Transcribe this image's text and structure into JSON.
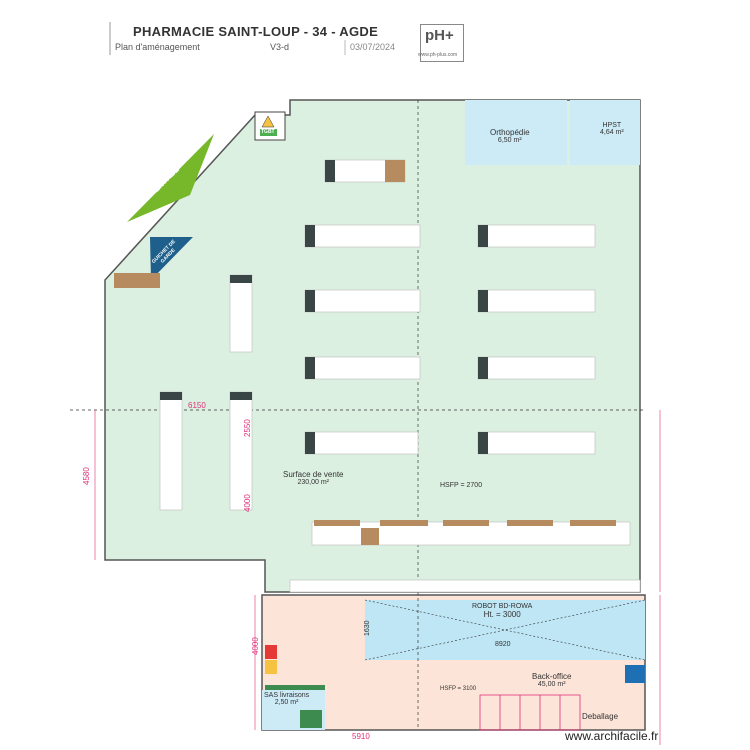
{
  "header": {
    "title": "PHARMACIE SAINT-LOUP - 34 - AGDE",
    "subtitle": "Plan d'aménagement",
    "version": "V3-d",
    "date": "03/07/2024",
    "logo_text": "pH+",
    "logo_url": "www.ph-plus.com"
  },
  "rooms": {
    "sales": {
      "name": "Surface de vente",
      "area": "230,00 m²",
      "hsfp": "HSFP = 2700"
    },
    "orthopedie": {
      "name": "Orthopédie",
      "area": "6,50 m²"
    },
    "hpst": {
      "name": "HPST",
      "area": "4,64 m²"
    },
    "robot": {
      "name": "ROBOT BD-ROWA",
      "height": "Ht. = 3000",
      "length": "8920",
      "width": "1630"
    },
    "back_office": {
      "name": "Back-office",
      "area": "45,00 m²",
      "hsfp": "HSFP = 3100"
    },
    "sas": {
      "name": "SAS livraisons",
      "area": "2,50 m²"
    },
    "deballage": {
      "name": "Deballage"
    }
  },
  "signs": {
    "entree": "ENTRÉE",
    "guichet": "GUICHET DE GARDE",
    "tgbt": "TGBT"
  },
  "dimensions": {
    "d6150": "6150",
    "d2550": "2550",
    "d4000": "4000",
    "d4580": "4580",
    "d5910": "5910",
    "d4000b": "4000"
  },
  "colors": {
    "sales_floor": "#dcf0e1",
    "blue_zone": "#cdeaf7",
    "back_office": "#fce4d8",
    "robot": "#bfe6f5",
    "entree": "#77b72a",
    "guichet": "#1f5f8b",
    "gondola_cap": "#3a4646",
    "wood": "#b68b5f",
    "dimension": "#e0307a"
  },
  "footer": {
    "watermark": "www.archifacile.fr"
  }
}
